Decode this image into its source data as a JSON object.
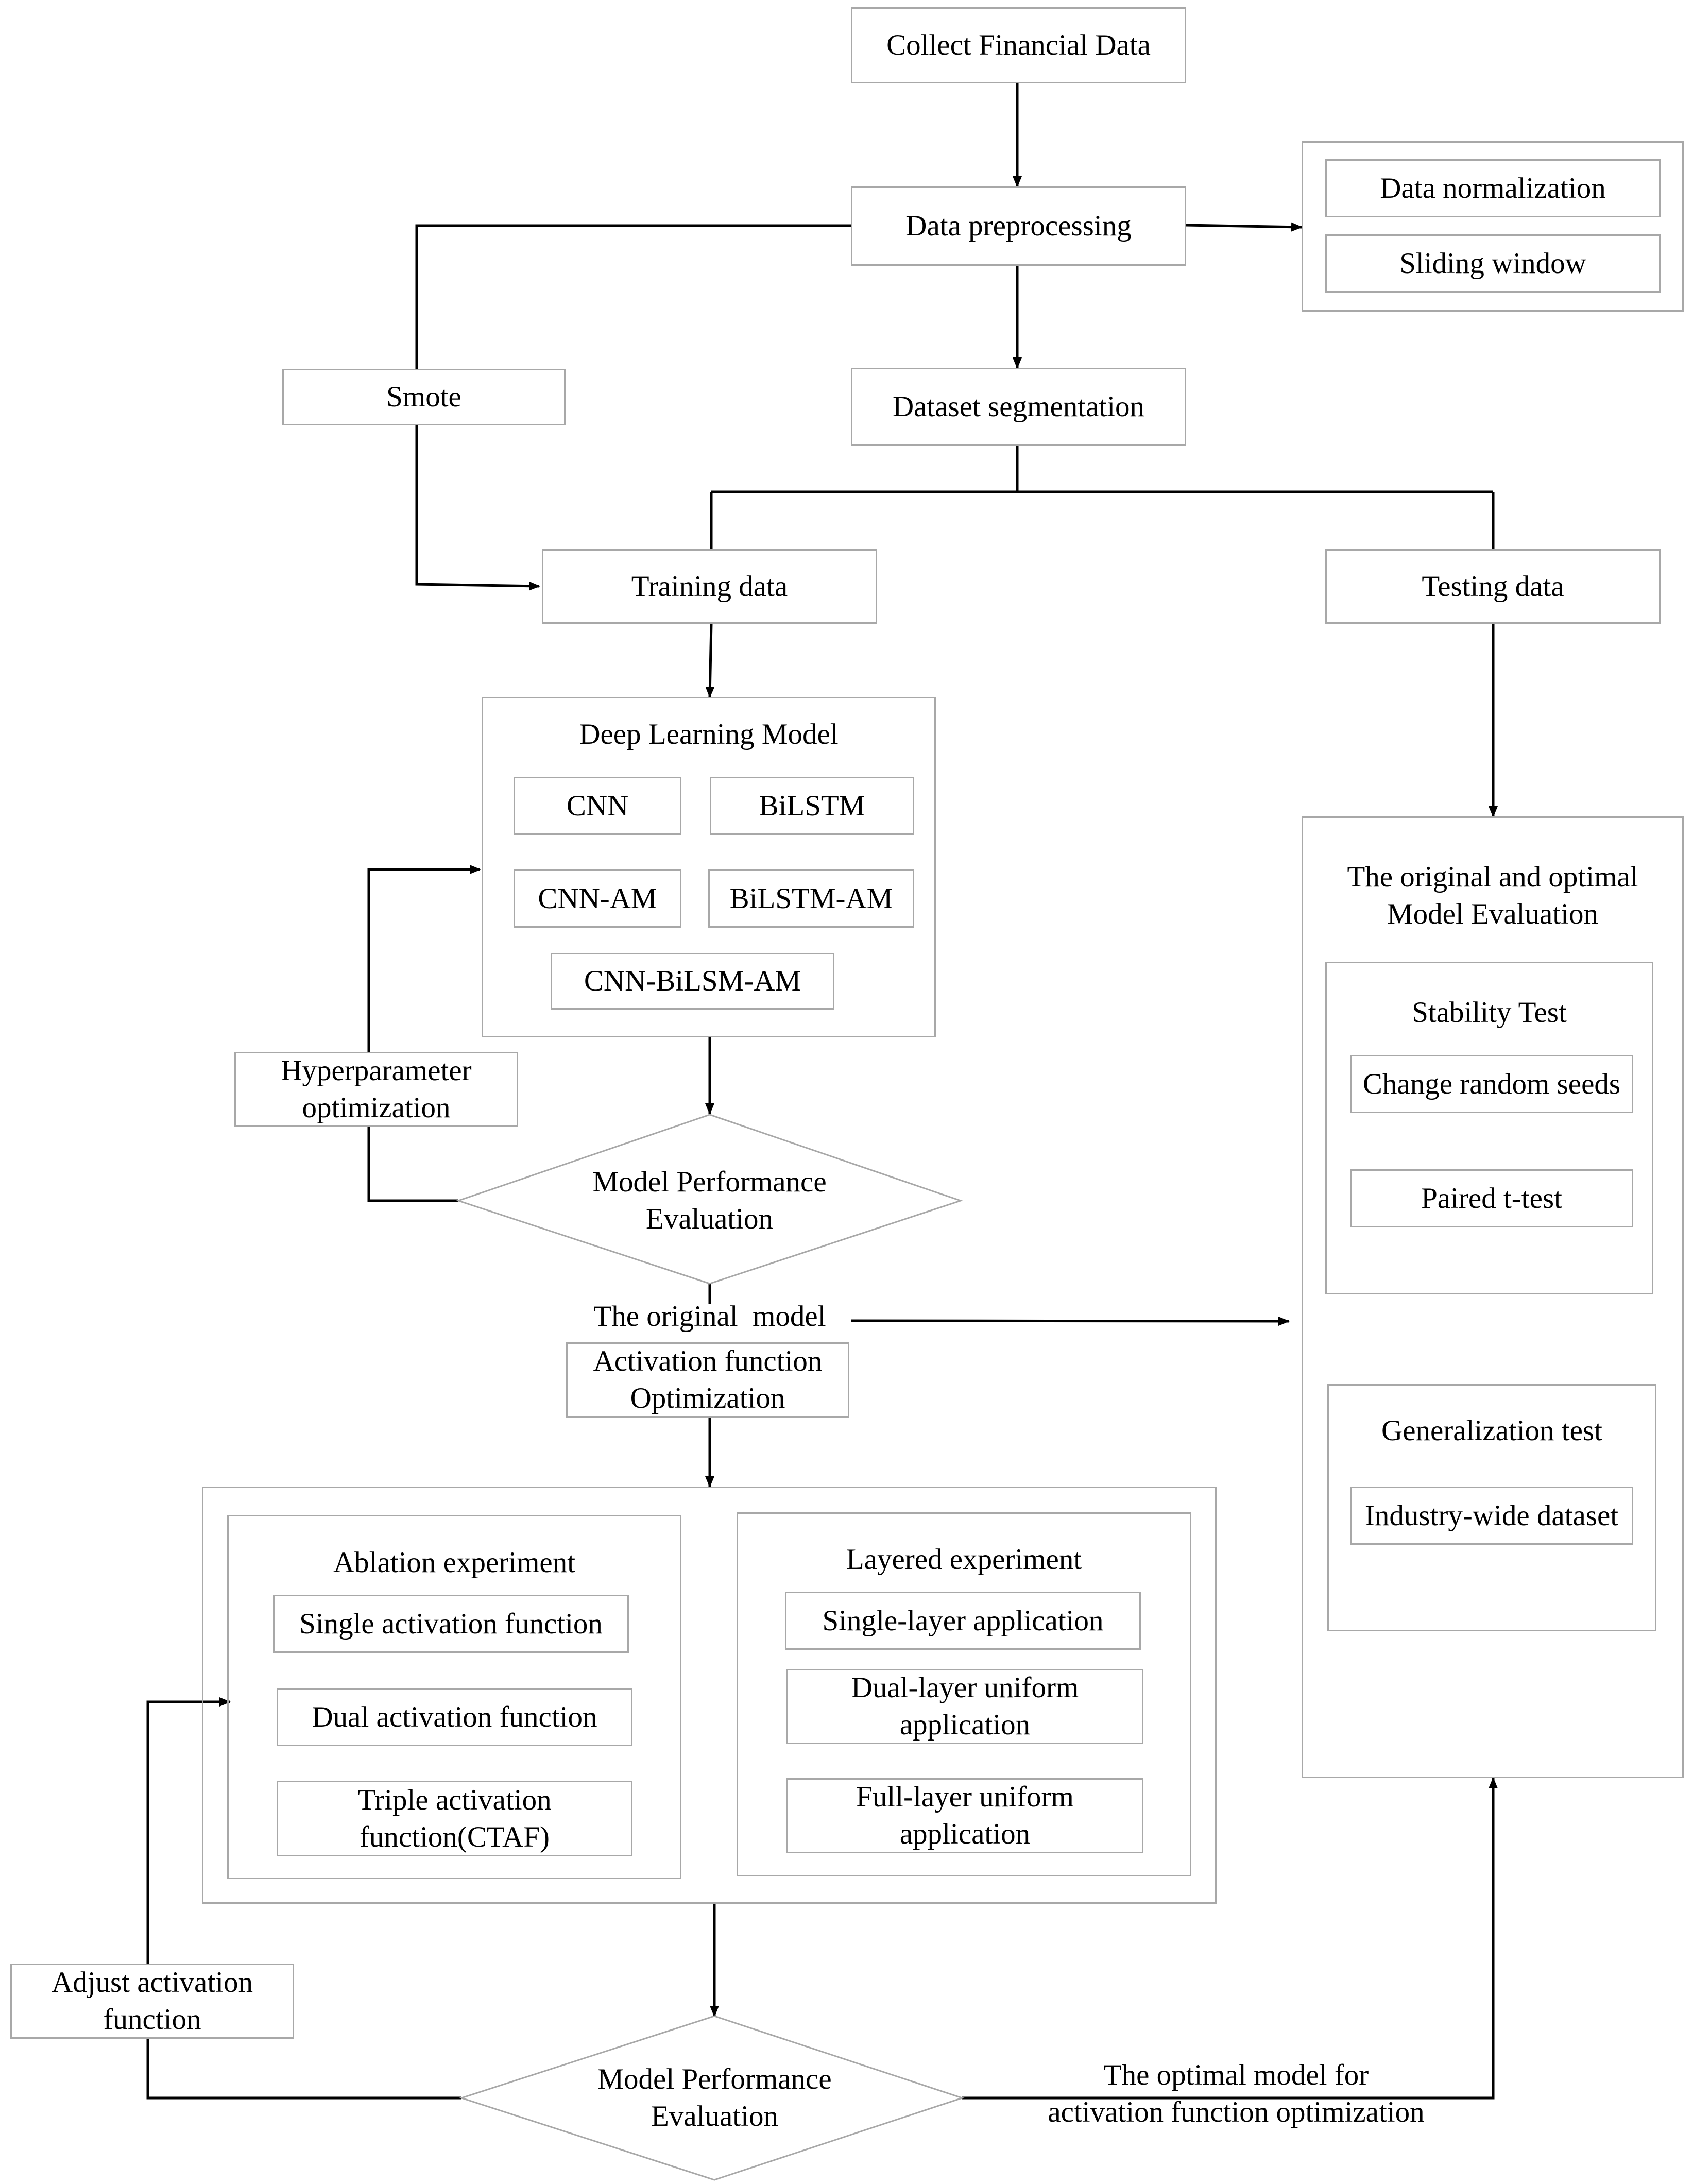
{
  "nodes": {
    "collect": "Collect Financial Data",
    "preprocessing": "Data preprocessing",
    "normalization": "Data normalization",
    "sliding_window": "Sliding window",
    "smote": "Smote",
    "segmentation": "Dataset segmentation",
    "training": "Training data",
    "testing": "Testing data",
    "dl_model_title": "Deep Learning Model",
    "cnn": "CNN",
    "bilstm": "BiLSTM",
    "cnn_am": "CNN-AM",
    "bilstm_am": "BiLSTM-AM",
    "cnn_bilsm_am": "CNN-BiLSM-AM",
    "hyperparameter": "Hyperparameter\noptimization",
    "perf_eval_1": "Model Performance\nEvaluation",
    "original_model": "The original  model",
    "activation_opt": "Activation function\nOptimization",
    "ablation_title": "Ablation experiment",
    "single_af": "Single activation function",
    "dual_af": "Dual activation function",
    "triple_af": "Triple activation\nfunction(CTAF)",
    "layered_title": "Layered experiment",
    "single_layer": "Single-layer application",
    "dual_layer": "Dual-layer uniform\napplication",
    "full_layer": "Full-layer uniform\napplication",
    "adjust_af": "Adjust activation\nfunction",
    "perf_eval_2": "Model Performance\nEvaluation",
    "optimal_model": "The optimal model for\nactivation function optimization",
    "eval_title": "The original and optimal\nModel Evaluation",
    "stability_title": "Stability Test",
    "random_seeds": "Change random seeds",
    "paired_ttest": "Paired t-test",
    "generalization_title": "Generalization test",
    "industry_dataset": "Industry-wide dataset"
  },
  "colors": {
    "box_border": "#a8a8a8",
    "line": "#000000",
    "text": "#000000",
    "background": "#ffffff"
  }
}
